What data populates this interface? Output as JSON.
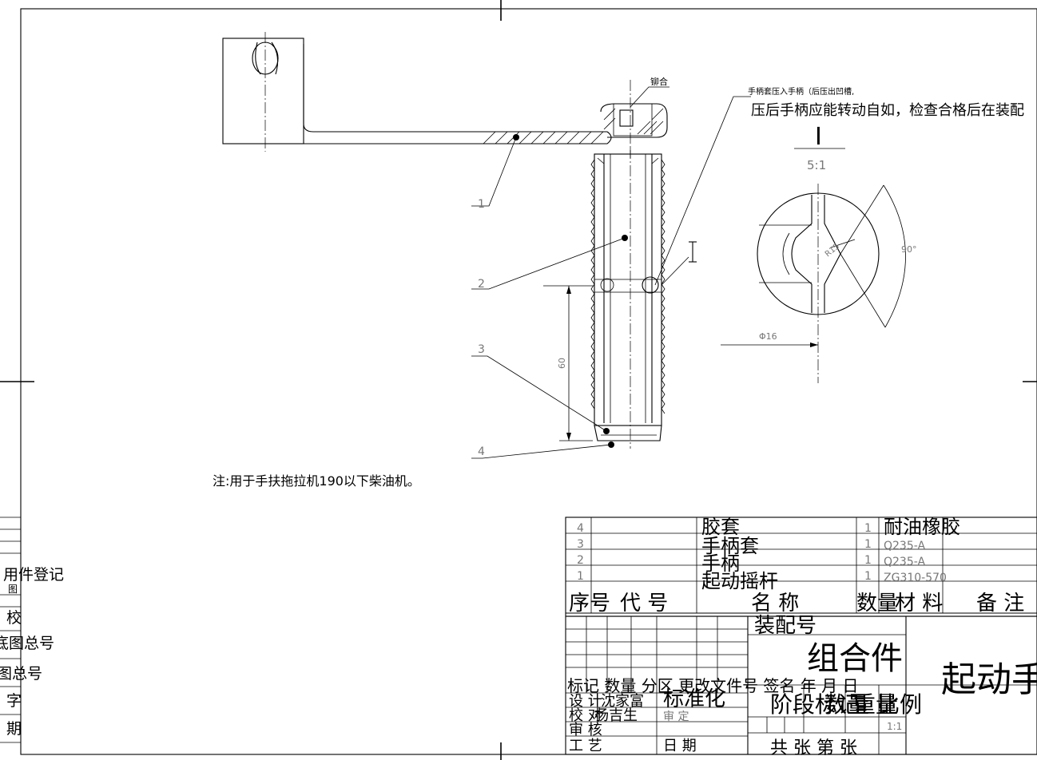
{
  "drawing": {
    "note": "注:用于手扶拖拉机190以下柴油机。",
    "callouts": {
      "rivet": "铆合",
      "instruction_line1": "手柄套压入手柄（后压出凹槽,",
      "instruction_line2": "压后手柄应能转动自如，检查合格后在装配",
      "detail_mark": "I",
      "detail_mark_side": "I",
      "detail_scale": "5:1",
      "angle": "90°",
      "radius": "R15",
      "diameter": "Φ16",
      "length": "60"
    },
    "balloons": [
      "1",
      "2",
      "3",
      "4"
    ]
  },
  "left_strip": {
    "labels": [
      "用件登记",
      "图",
      "校",
      "底图总号",
      "图总号",
      "字",
      "期"
    ]
  },
  "bom": {
    "rows": [
      {
        "no": "4",
        "code": "",
        "name": "胶套",
        "qty": "1",
        "material": "耐油橡胶",
        "note": ""
      },
      {
        "no": "3",
        "code": "",
        "name": "手柄套",
        "qty": "1",
        "material": "Q235-A",
        "note": ""
      },
      {
        "no": "2",
        "code": "",
        "name": "手柄",
        "qty": "1",
        "material": "Q235-A",
        "note": ""
      },
      {
        "no": "1",
        "code": "",
        "name": "起动摇杆",
        "qty": "1",
        "material": "ZG310-570",
        "note": ""
      }
    ],
    "header": {
      "no": "序号",
      "code": "代  号",
      "name": "名  称",
      "qty": "数量",
      "material": "材  料",
      "note": "备 注"
    }
  },
  "title_block": {
    "assembly_no_label": "装配号",
    "part_type": "组合件",
    "part_name": "起动手柄",
    "revision_header": "标记 数量 分区 更改文件号 签名 年 月 日",
    "roles": [
      {
        "role": "设 计",
        "name": "沈家富"
      },
      {
        "role": "校 对",
        "name": "杨吉生"
      },
      {
        "role": "审 核",
        "name": ""
      },
      {
        "role": "工 艺",
        "name": ""
      }
    ],
    "standardization": "标准化",
    "approve": "审 定",
    "date": "日 期",
    "stage_label": "阶段标记",
    "qty_label": "数量",
    "weight_label": "重量",
    "scale_label": "比例",
    "scale_value": "1:1",
    "sheets": "共   张  第   张"
  }
}
